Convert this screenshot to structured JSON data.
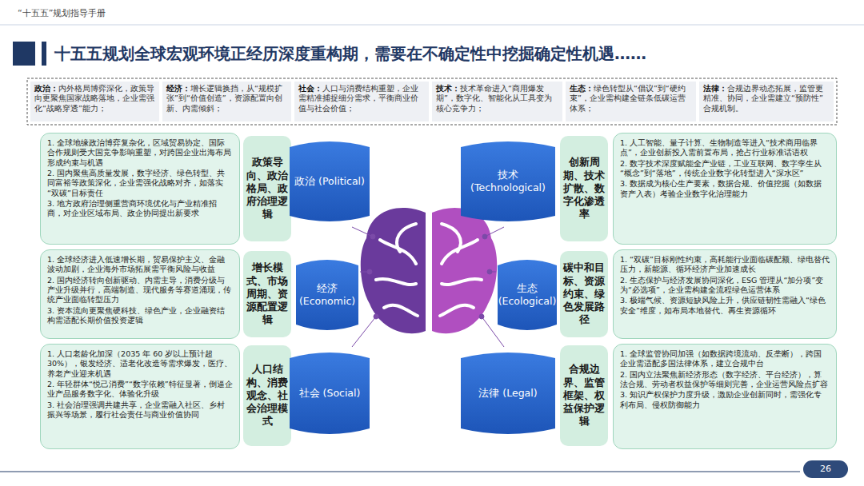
{
  "diagram": {
    "title": "十五五规划全球宏观环境正经历深度重构期，需要在不确定性中挖掘确定性机遇……",
    "nodes": [
      {
        "text": [
          "政治：",
          "内外格局博弈深化，政策导向更聚焦国家战略落地，企业需强化“战略穿透”能力；"
        ]
      },
      {
        "text": [
          "经济：",
          "增长逻辑换挡，从“规模扩张”到“价值创造”，资源配置向创新、内需倾斜；"
        ]
      },
      {
        "text": [
          "社会：",
          "人口与消费结构重塑，企业需精准捕捉细分需求，平衡商业价值与社会价值；"
        ]
      },
      {
        "text": [
          "技术：",
          "技术革命进入“商用爆发期”，数字化、智能化从工具变为核心竞争力；"
        ]
      },
      {
        "text": [
          "生态：",
          "绿色转型从“倡议”到“硬约束”，企业需构建全链条低碳运营体系；"
        ]
      },
      {
        "text": [
          "法律：",
          "合规边界动态拓展，监管更精准、协同，企业需建立“预防性”合规机制。"
        ]
      },
      {
        "text": [
          "1. 全球地缘政治博弈复杂化，区域贸易协定、国际合作规则受大国竞争影响重塑，对跨国企业出海布局形成约束与机遇",
          "2. 国内聚焦高质量发展，数字经济、绿色转型、共同富裕等政策深化，企业需强化战略对齐，如落实“双碳”目标责任",
          "3. 地方政府治理侧重营商环境优化与产业精准招商，对企业区域布局、政企协同提出新要求"
        ]
      },
      {
        "text": [
          "政策导向、政治格局、政府治理逻辑"
        ]
      },
      {
        "text": [
          "政治 (Political)"
        ]
      },
      {
        "text": [
          "技术 (Technological)"
        ]
      },
      {
        "text": [
          "创新周期、技术扩散、数字化渗透率"
        ]
      },
      {
        "text": [
          "1. 人工智能、量子计算、生物制造等进入“技术商用临界点”，企业创新投入需前置布局，抢占行业标准话语权",
          "2. 数字技术深度赋能全产业链，工业互联网、数字孪生从“概念”到“落地”，传统企业数字化转型进入“深水区”",
          "3. 数据成为核心生产要素，数据合规、价值挖掘（如数据资产入表）考验企业数字化治理能力"
        ]
      },
      {
        "text": [
          "1. 全球经济进入低速增长期，贸易保护主义、金融波动加剧，企业海外市场拓展需平衡风险与收益",
          "2. 国内经济转向创新驱动、内需主导，消费分级与产业升级并行，高端制造、现代服务等赛道涌现，传统产业面临转型压力",
          "3. 资本流向更聚焦硬科技、绿色产业，企业融资结构需适配长期价值投资逻辑"
        ]
      },
      {
        "text": [
          "增长模式、市场周期、资源配置逻辑"
        ]
      },
      {
        "text": [
          "经济 (Economic)"
        ]
      },
      {
        "text": [
          "生态 (Ecological)"
        ]
      },
      {
        "text": [
          "碳中和目标、资源约束、绿色发展路径"
        ]
      },
      {
        "text": [
          "1. “双碳”目标刚性约束，高耗能行业面临碳配额、绿电替代压力，新能源、循环经济产业加速成长",
          "2. 生态保护与经济发展协同深化，ESG 管理从“加分项”变为“必选项”，企业需构建全流程绿色运营体系",
          "3. 极端气候、资源短缺风险上升，供应链韧性需融入“绿色安全”维度，如布局本地替代、再生资源循环"
        ]
      },
      {
        "text": [
          "1. 人口老龄化加深（2035 年 60 岁以上预计超 30%），银发经济、适老化改造等需求爆发，医疗、养老产业迎来机遇",
          "2. 年轻群体“悦己消费”“数字依赖”特征显著，倒逼企业产品服务数字化、体验化升级",
          "3. 社会治理强调共建共享，企业需融入社区、乡村振兴等场景，履行社会责任与商业价值协同"
        ]
      },
      {
        "text": [
          "人口结构、消费观念、社会治理模式"
        ]
      },
      {
        "text": [
          "社会 (Social)"
        ]
      },
      {
        "text": [
          "法律 (Legal)"
        ]
      },
      {
        "text": [
          "合规边界、监管框架、权益保护逻辑"
        ]
      },
      {
        "text": [
          "1. 全球监管协同加强（如数据跨境流动、反垄断），跨国企业需适配多国法律体系，建立合规中台",
          "2. 国内立法聚焦新经济形态（数字经济、平台经济），算法合规、劳动者权益保护等细则完善，企业运营风险点扩容",
          "3. 知识产权保护力度升级，激励企业创新同时，需强化专利布局、侵权防御能力"
        ]
      }
    ],
    "labels": [
      "“十五五”规划指导手册",
      "26"
    ]
  }
}
